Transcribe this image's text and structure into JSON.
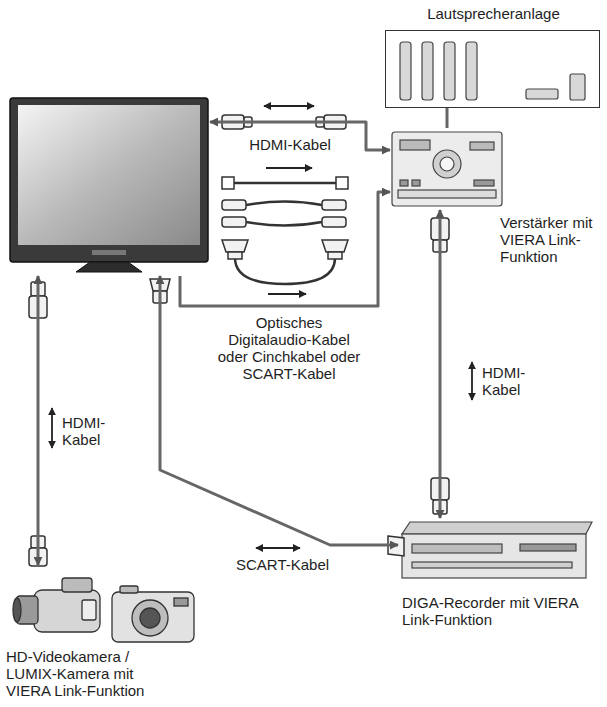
{
  "diagram": {
    "nodes": [
      {
        "text": [
          "Lautsprecheranlage"
        ]
      },
      {
        "text": []
      },
      {
        "text": [
          "Verstärker mit VIERA Link-Funktion"
        ]
      },
      {
        "text": [
          "HD-Videokamera / LUMIX-Kamera mit VIERA Link-Funktion"
        ]
      },
      {
        "text": [
          "DIGA-Recorder mit VIERA Link-Funktion"
        ]
      }
    ],
    "edges": [
      {
        "from": 1,
        "to": 2,
        "label": "HDMI-Kabel",
        "arrow": "both"
      },
      {
        "from": 1,
        "to": 2,
        "label": "Optisches Digitalaudio-Kabel oder Cinchkabel oder SCART-Kabel",
        "arrow": "to"
      },
      {
        "from": 0,
        "to": 2,
        "arrow": "none"
      },
      {
        "from": 1,
        "to": 3,
        "label": "HDMI-Kabel",
        "arrow": "both"
      },
      {
        "from": 1,
        "to": 4,
        "label": "SCART-Kabel",
        "arrow": "both"
      },
      {
        "from": 2,
        "to": 4,
        "label": "HDMI-Kabel",
        "arrow": "both"
      }
    ]
  }
}
